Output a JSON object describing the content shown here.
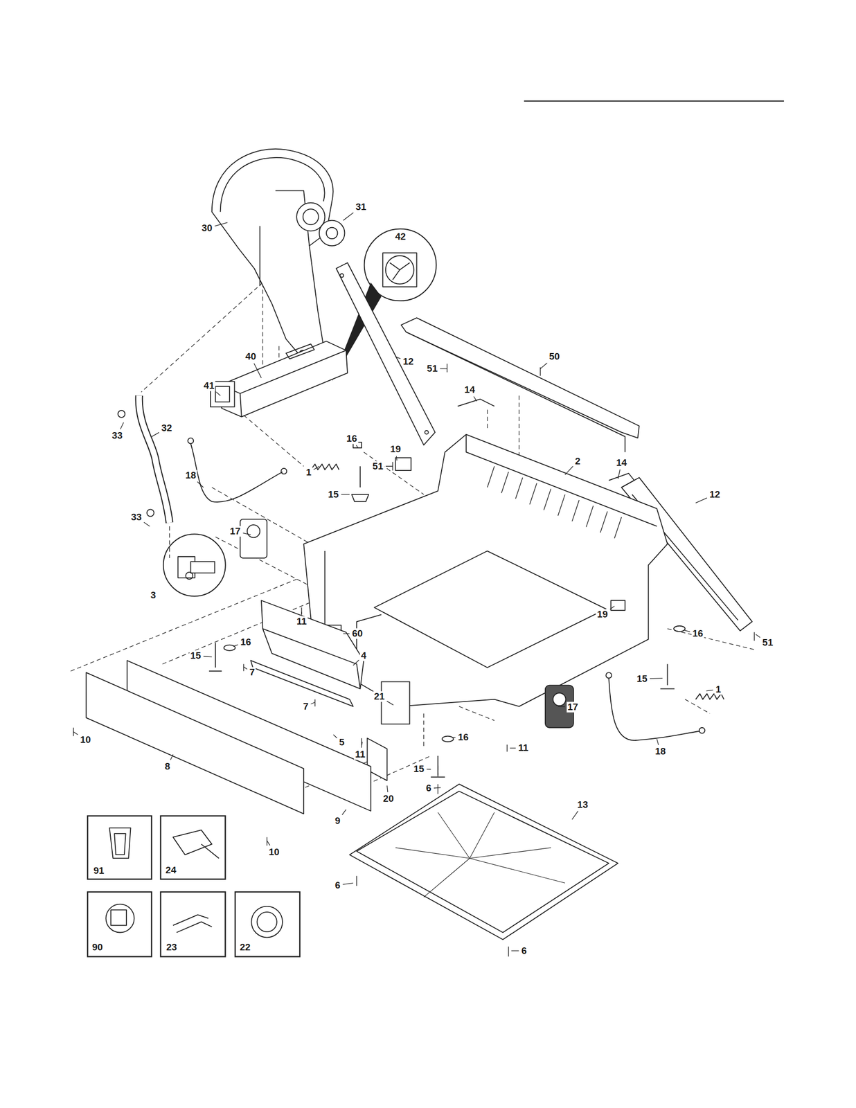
{
  "diagram": {
    "nodes": [
      {
        "text": [
          "42"
        ]
      },
      {
        "text": [
          "3"
        ]
      },
      {
        "text": [
          "91"
        ]
      },
      {
        "text": [
          "24"
        ]
      },
      {
        "text": [
          "90"
        ]
      },
      {
        "text": [
          "23"
        ]
      },
      {
        "text": [
          "22"
        ]
      }
    ],
    "labels": [
      "30",
      "31",
      "12",
      "40",
      "50",
      "51",
      "14",
      "33",
      "32",
      "41",
      "18",
      "1",
      "16",
      "19",
      "51",
      "14",
      "2",
      "12",
      "15",
      "33",
      "17",
      "11",
      "60",
      "19",
      "16",
      "51",
      "16",
      "15",
      "7",
      "4",
      "21",
      "7",
      "5",
      "15",
      "1",
      "17",
      "16",
      "11",
      "11",
      "20",
      "15",
      "18",
      "10",
      "8",
      "9",
      "6",
      "13",
      "10",
      "6",
      "6"
    ]
  }
}
